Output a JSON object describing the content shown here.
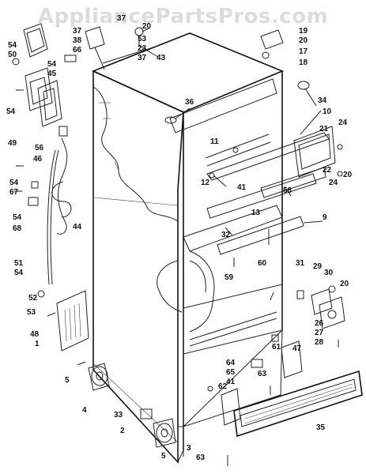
{
  "watermark": "AppliancePartsPros.com",
  "callouts": [
    "54",
    "50",
    "37",
    "38",
    "66",
    "54",
    "45",
    "54",
    "49",
    "56",
    "46",
    "54",
    "67",
    "54",
    "68",
    "44",
    "51",
    "54",
    "52",
    "53",
    "48",
    "1",
    "5",
    "4",
    "33",
    "2",
    "5",
    "3",
    "63",
    "37",
    "20",
    "53",
    "23",
    "37",
    "43",
    "36",
    "19",
    "20",
    "17",
    "18",
    "34",
    "10",
    "21",
    "24",
    "11",
    "12",
    "41",
    "58",
    "22",
    "20",
    "24",
    "13",
    "9",
    "32",
    "60",
    "59",
    "31",
    "29",
    "30",
    "20",
    "26",
    "27",
    "28",
    "61",
    "47",
    "64",
    "65",
    "41",
    "63",
    "62",
    "35"
  ]
}
